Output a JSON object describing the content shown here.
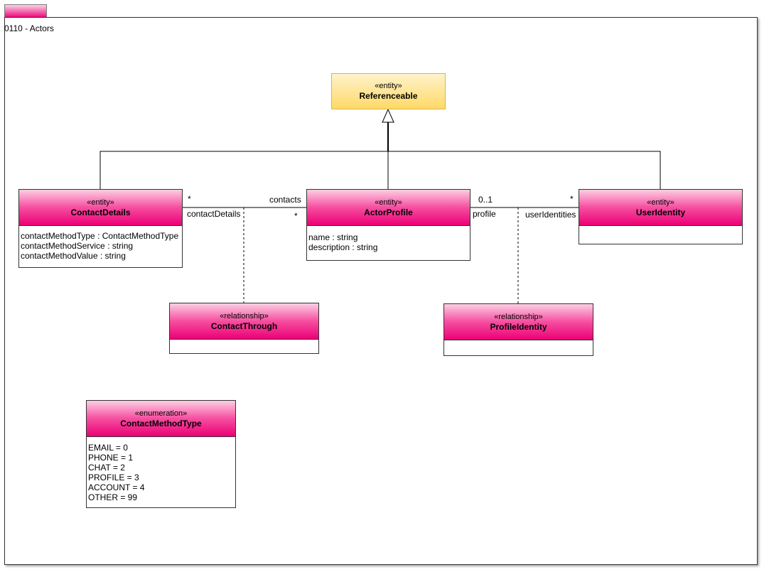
{
  "diagram": {
    "title": "0110 - Actors"
  },
  "classes": {
    "referenceable": {
      "stereotype": "«entity»",
      "name": "Referenceable"
    },
    "contact_details": {
      "stereotype": "«entity»",
      "name": "ContactDetails",
      "attributes": [
        "contactMethodType : ContactMethodType",
        "contactMethodService : string",
        "contactMethodValue : string"
      ]
    },
    "actor_profile": {
      "stereotype": "«entity»",
      "name": "ActorProfile",
      "attributes": [
        "name : string",
        "description : string"
      ]
    },
    "user_identity": {
      "stereotype": "«entity»",
      "name": "UserIdentity"
    },
    "contact_through": {
      "stereotype": "«relationship»",
      "name": "ContactThrough"
    },
    "profile_identity": {
      "stereotype": "«relationship»",
      "name": "ProfileIdentity"
    },
    "contact_method_type": {
      "stereotype": "«enumeration»",
      "name": "ContactMethodType",
      "values": [
        "EMAIL = 0",
        "PHONE = 1",
        "CHAT = 2",
        "PROFILE = 3",
        "ACCOUNT = 4",
        "OTHER = 99"
      ]
    }
  },
  "associations": {
    "contact_through": {
      "left_multiplicity": "*",
      "left_role": "contactDetails",
      "right_role": "contacts",
      "right_multiplicity": "*"
    },
    "profile_identity": {
      "left_multiplicity": "0..1",
      "left_role": "profile",
      "right_multiplicity": "*",
      "right_role": "userIdentities"
    }
  },
  "colors": {
    "entity_gradient_top": "#fccfe2",
    "entity_gradient_bottom": "#ec0076",
    "referenceable_top": "#fff2cc",
    "referenceable_bottom": "#ffd966",
    "referenceable_border": "#d6b656"
  }
}
